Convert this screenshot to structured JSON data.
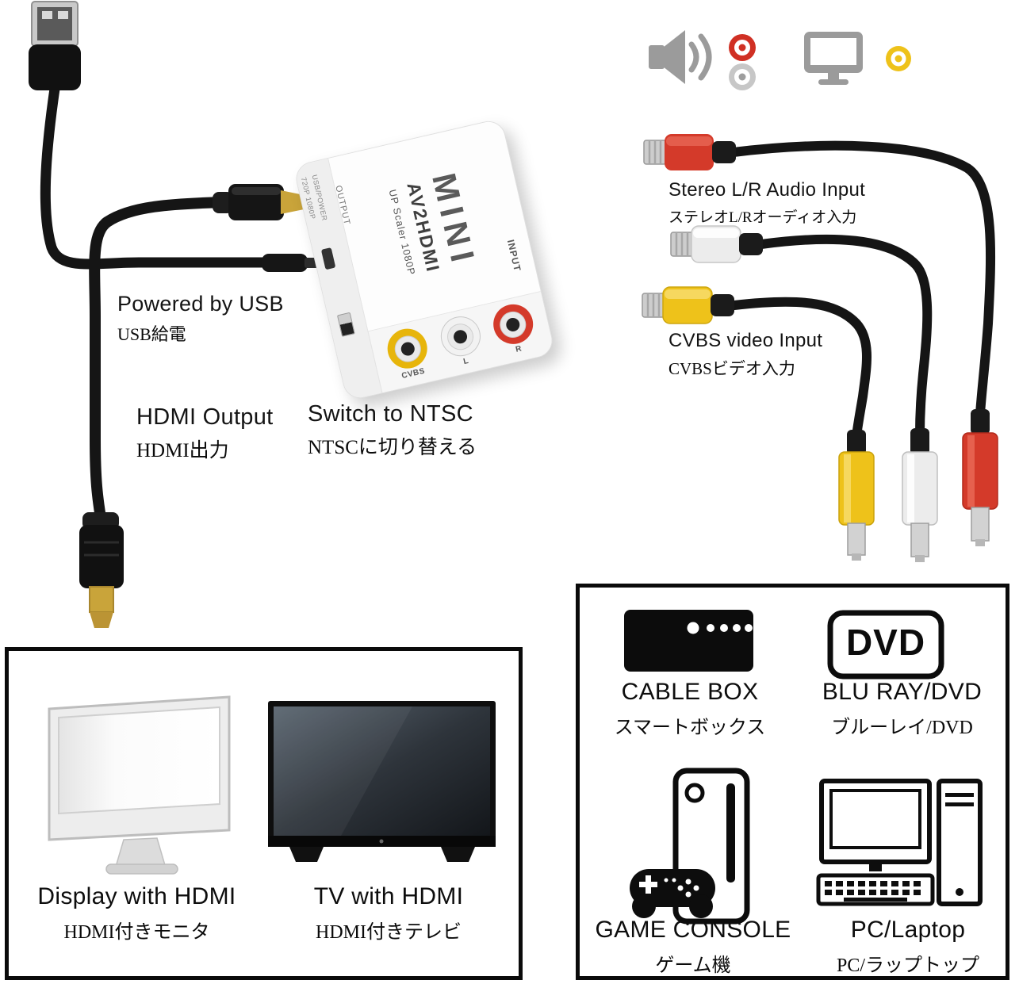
{
  "device": {
    "brand": "MINI",
    "model": "AV2HDMI",
    "subtitle": "UP Scaler 1080P",
    "output_label": "OUTPUT",
    "input_label": "INPUT",
    "usb_power_label": "USB/POWER",
    "switch_label": "720P  1080P",
    "jacks": [
      {
        "label": "CVBS",
        "color": "#e7b50a"
      },
      {
        "label": "L",
        "color": "#f2f2f2"
      },
      {
        "label": "R",
        "color": "#d43a2a"
      }
    ]
  },
  "annotations": {
    "powered_by_usb_en": "Powered by USB",
    "powered_by_usb_ja": "USB給電",
    "hdmi_output_en": "HDMI Output",
    "hdmi_output_ja": "HDMI出力",
    "switch_ntsc_en": "Switch to NTSC",
    "switch_ntsc_ja": "NTSCに切り替える",
    "stereo_input_en": "Stereo L/R Audio Input",
    "stereo_input_ja": "ステレオL/Rオーディオ入力",
    "cvbs_input_en": "CVBS video Input",
    "cvbs_input_ja": "CVBSビデオ入力"
  },
  "displays_panel": {
    "display_en": "Display with HDMI",
    "display_ja": "HDMI付きモニタ",
    "tv_en": "TV with HDMI",
    "tv_ja": "HDMI付きテレビ"
  },
  "sources_panel": {
    "cable_box_en": "CABLE BOX",
    "cable_box_ja": "スマートボックス",
    "dvd_logo": "DVD",
    "bluray_en": "BLU RAY/DVD",
    "bluray_ja": "ブルーレイ/DVD",
    "game_en": "GAME CONSOLE",
    "game_ja": "ゲーム機",
    "pc_en": "PC/Laptop",
    "pc_ja": "PC/ラップトップ"
  },
  "colors": {
    "cable_black": "#151515",
    "rca_red": "#d43a2a",
    "rca_white": "#ececec",
    "rca_yellow": "#eec21a",
    "gold": "#c9a43a",
    "icon_gray": "#9b9b9b",
    "panel_border": "#0a0a0a"
  }
}
